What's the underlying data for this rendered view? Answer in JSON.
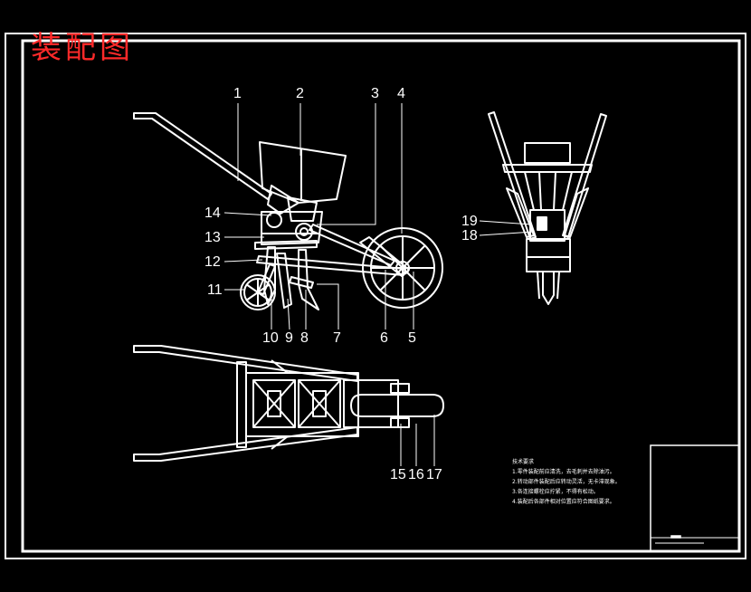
{
  "title": "装配图",
  "colors": {
    "background": "#000000",
    "lines": "#ffffff",
    "title": "#ff2a2a"
  },
  "part_labels": {
    "p1": "1",
    "p2": "2",
    "p3": "3",
    "p4": "4",
    "p5": "5",
    "p6": "6",
    "p7": "7",
    "p8": "8",
    "p9": "9",
    "p10": "10",
    "p11": "11",
    "p12": "12",
    "p13": "13",
    "p14": "14",
    "p15": "15",
    "p16": "16",
    "p17": "17",
    "p18": "18",
    "p19": "19"
  },
  "technical_notes": {
    "heading": "技术要求",
    "items": [
      "1.零件装配前应清洗，去毛刺并去除油污。",
      "2.转动部件装配后应转动灵活，无卡滞现象。",
      "3.各连接螺栓应拧紧，不得有松动。",
      "4.装配后各部件相对位置应符合图纸要求。"
    ]
  }
}
